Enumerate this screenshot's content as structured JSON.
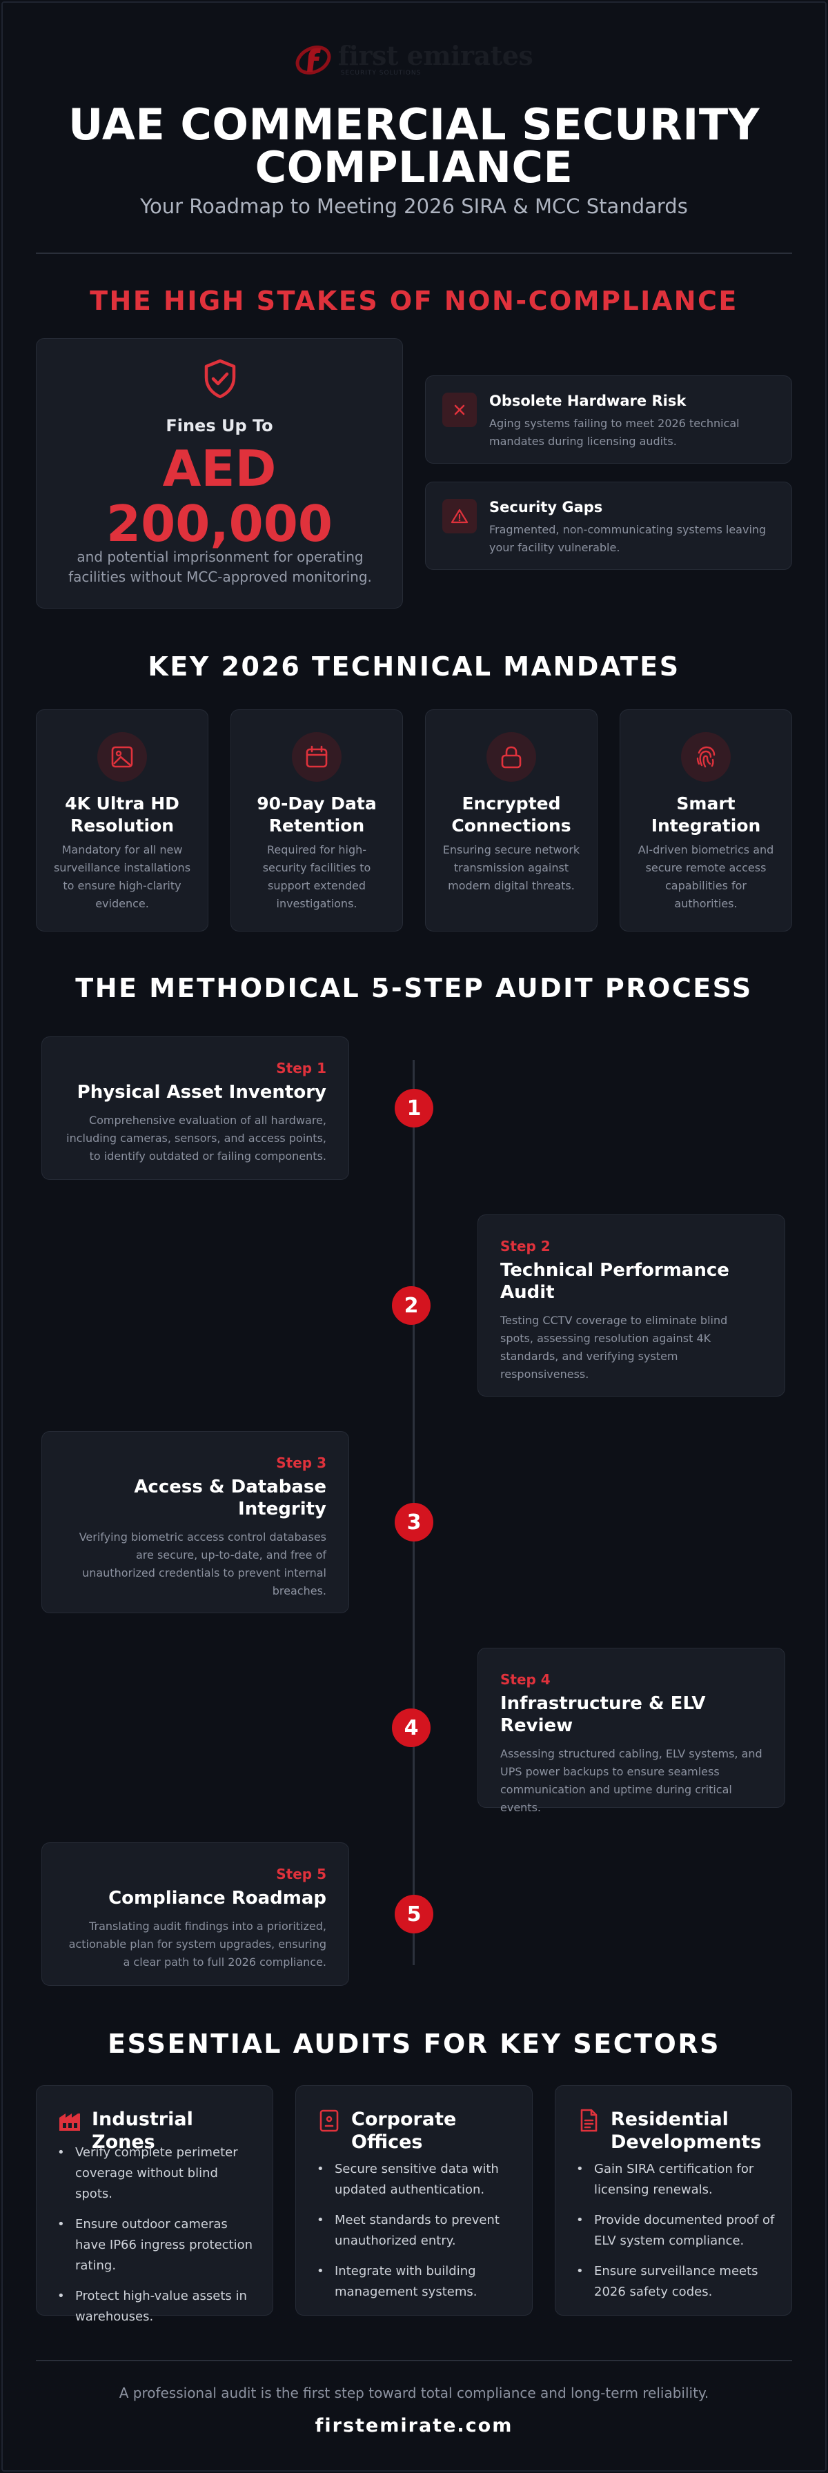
{
  "header": {
    "logo_text": "first emirates",
    "logo_tagline": "SECURITY SOLUTIONS",
    "title_line1": "UAE COMMERCIAL SECURITY",
    "title_line2": "COMPLIANCE",
    "subtitle": "Your Roadmap to Meeting 2026 SIRA & MCC Standards"
  },
  "stakes": {
    "section_title": "THE HIGH STAKES OF NON-COMPLIANCE",
    "fine_label": "Fines Up To",
    "fine_currency": "AED",
    "fine_amount": "200,000",
    "fine_desc": "and potential imprisonment for operating facilities without MCC-approved monitoring.",
    "risks": [
      {
        "title": "Obsolete Hardware Risk",
        "desc": "Aging systems failing to meet 2026 technical mandates during licensing audits.",
        "icon": "x-icon"
      },
      {
        "title": "Security Gaps",
        "desc": "Fragmented, non-communicating systems leaving your facility vulnerable.",
        "icon": "warning-icon"
      }
    ]
  },
  "mandates": {
    "section_title": "KEY 2026 TECHNICAL MANDATES",
    "items": [
      {
        "title_1": "4K Ultra HD",
        "title_2": "Resolution",
        "desc": "Mandatory for all new surveillance installations to ensure high-clarity evidence.",
        "icon": "image-icon"
      },
      {
        "title_1": "90-Day Data",
        "title_2": "Retention",
        "desc": "Required for high-security facilities to support extended investigations.",
        "icon": "calendar-icon"
      },
      {
        "title_1": "Encrypted",
        "title_2": "Connections",
        "desc": "Ensuring secure network transmission against modern digital threats.",
        "icon": "lock-icon"
      },
      {
        "title_1": "Smart",
        "title_2": "Integration",
        "desc": "AI-driven biometrics and secure remote access capabilities for authorities.",
        "icon": "fingerprint-icon"
      }
    ]
  },
  "audit": {
    "section_title": "THE METHODICAL 5-STEP AUDIT PROCESS",
    "steps": [
      {
        "num": "1",
        "label": "Step 1",
        "title": "Physical Asset Inventory",
        "desc": "Comprehensive evaluation of all hardware, including cameras, sensors, and access points, to identify outdated or failing components."
      },
      {
        "num": "2",
        "label": "Step 2",
        "title": "Technical Performance Audit",
        "desc": "Testing CCTV coverage to eliminate blind spots, assessing resolution against 4K standards, and verifying system responsiveness."
      },
      {
        "num": "3",
        "label": "Step 3",
        "title": "Access & Database Integrity",
        "desc": "Verifying biometric access control databases are secure, up-to-date, and free of unauthorized credentials to prevent internal breaches."
      },
      {
        "num": "4",
        "label": "Step 4",
        "title": "Infrastructure & ELV Review",
        "desc": "Assessing structured cabling, ELV systems, and UPS power backups to ensure seamless communication and uptime during critical events."
      },
      {
        "num": "5",
        "label": "Step 5",
        "title": "Compliance Roadmap",
        "desc": "Translating audit findings into a prioritized, actionable plan for system upgrades, ensuring a clear path to full 2026 compliance."
      }
    ]
  },
  "sectors": {
    "section_title": "ESSENTIAL AUDITS FOR KEY SECTORS",
    "items": [
      {
        "title": "Industrial Zones",
        "icon": "factory-icon",
        "bullets": [
          "Verify complete perimeter coverage without blind spots.",
          "Ensure outdoor cameras have IP66 ingress protection rating.",
          "Protect high-value assets in warehouses."
        ]
      },
      {
        "title": "Corporate Offices",
        "icon": "badge-icon",
        "bullets": [
          "Secure sensitive data with updated authentication.",
          "Meet standards to prevent unauthorized entry.",
          "Integrate with building management systems."
        ]
      },
      {
        "title": "Residential Developments",
        "icon": "document-icon",
        "bullets": [
          "Gain SIRA certification for licensing renewals.",
          "Provide documented proof of ELV system compliance.",
          "Ensure surveillance meets 2026 safety codes."
        ]
      }
    ]
  },
  "footer": {
    "text": "A professional audit is the first step toward total compliance and long-term reliability.",
    "url": "firstemirate.com"
  },
  "colors": {
    "accent": "#e0323c",
    "step_circle": "#d4141f",
    "background": "#0d1017",
    "card": "#181c25"
  }
}
